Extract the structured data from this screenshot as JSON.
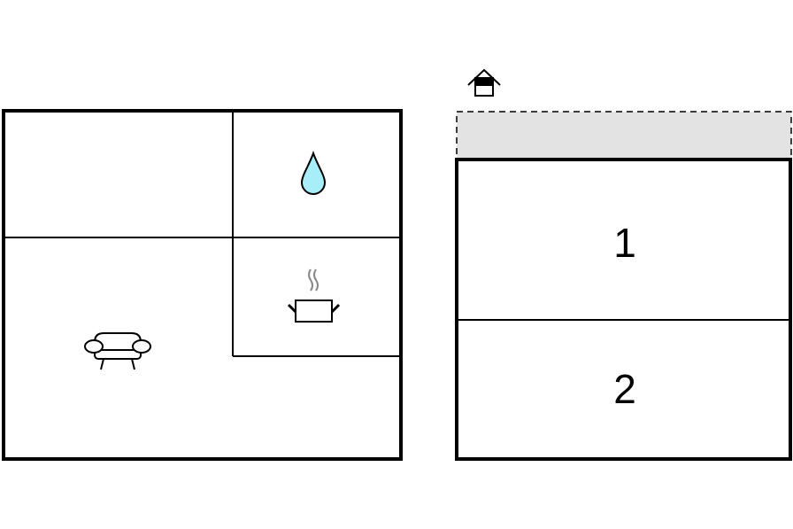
{
  "floor_plan": {
    "rooms": [
      {
        "id": "room-top-left",
        "icon": ""
      },
      {
        "id": "bathroom",
        "icon": "water-drop-icon"
      },
      {
        "id": "living-room",
        "icon": "sofa-icon"
      },
      {
        "id": "kitchen",
        "icon": "cooking-pot-icon"
      }
    ],
    "colors": {
      "wall": "#000000",
      "water": "#a8eef8",
      "balcony": "#e3e3e3",
      "steam": "#888888"
    }
  },
  "section": {
    "entrance_icon": "house-entrance-icon",
    "levels": [
      {
        "label": "1"
      },
      {
        "label": "2"
      }
    ]
  }
}
